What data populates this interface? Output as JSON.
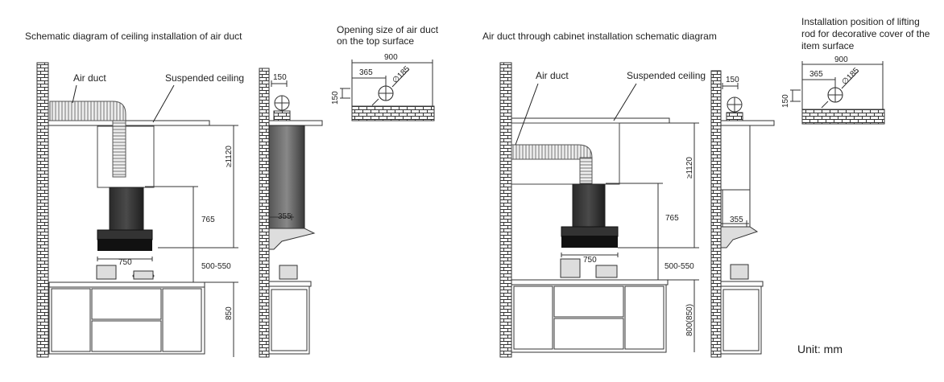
{
  "titles": {
    "left": "Schematic diagram of ceiling installation of air duct",
    "opening_top_line1": "Opening size of air duct",
    "opening_top_line2": "on the top surface",
    "right": "Air duct through cabinet installation schematic diagram",
    "lifting_line1": "Installation position of lifting",
    "lifting_line2": "rod for decorative cover of the",
    "lifting_line3": "item surface"
  },
  "labels": {
    "air_duct": "Air duct",
    "suspended_ceiling": "Suspended ceiling"
  },
  "dimensions": {
    "ceiling_height": "≥1120",
    "hood_height": "765",
    "hood_to_hob": "500-550",
    "hood_width": "750",
    "counter_height_left": "850",
    "counter_height_right": "800(850)",
    "side_depth": "355",
    "wall_offset": "150",
    "opening_width": "900",
    "opening_offset": "365",
    "opening_diameter": "∅185",
    "opening_depth": "150"
  },
  "unit": "Unit: mm"
}
